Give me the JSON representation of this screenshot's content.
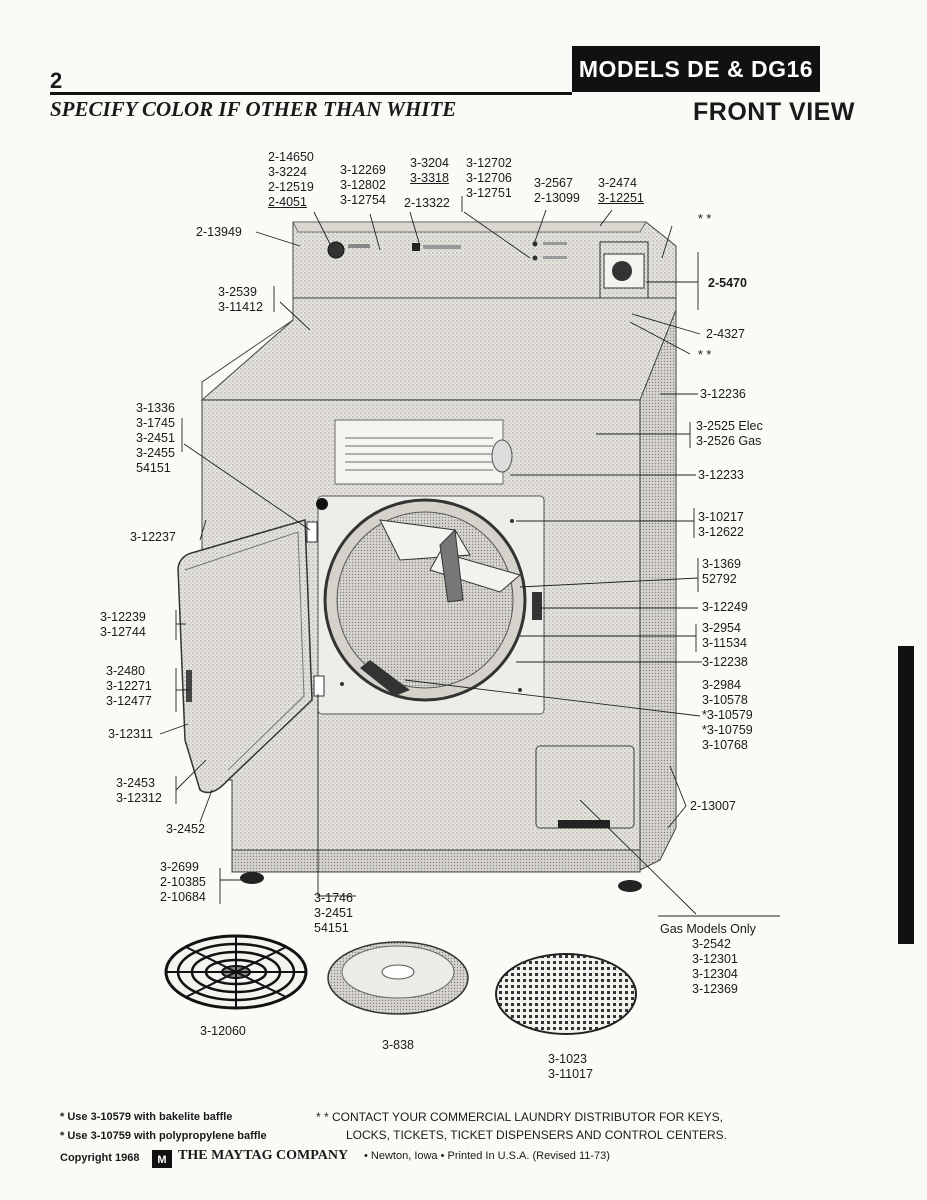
{
  "header": {
    "page_number": "2",
    "models_title": "MODELS DE & DG16",
    "specify_color": "SPECIFY COLOR IF OTHER THAN WHITE",
    "view_title": "FRONT VIEW"
  },
  "callouts": {
    "top1": [
      "2-14650",
      "3-3224",
      "2-12519",
      "2-4051"
    ],
    "top2": [
      "3-12269",
      "3-12802",
      "3-12754"
    ],
    "top3": [
      "3-3204",
      "3-3318",
      "2-13322"
    ],
    "top4": [
      "3-12702",
      "3-12706",
      "3-12751"
    ],
    "top5": [
      "3-2567",
      "2-13099"
    ],
    "top6": [
      "3-2474",
      "3-12251"
    ],
    "stars_top": "* *",
    "panel_left": "2-13949",
    "top_left": [
      "3-2539",
      "3-11412"
    ],
    "right_coinbox": "2-5470",
    "right_lock": "2-4327",
    "stars_mid": "* *",
    "right_top": "3-12236",
    "right_elec_gas": [
      "3-2525 Elec",
      "3-2526 Gas"
    ],
    "right_front": "3-12233",
    "right_grp1": [
      "3-10217",
      "3-12622"
    ],
    "right_grp2": [
      "3-1369",
      "52792"
    ],
    "right_lint": "3-12249",
    "right_grp3": [
      "3-2954",
      "3-11534"
    ],
    "right_drum": "3-12238",
    "right_grp4": [
      "3-2984",
      "3-10578",
      "*3-10579",
      "*3-10759",
      "3-10768"
    ],
    "right_panel": "2-13007",
    "left_hinge": [
      "3-1336",
      "3-1745",
      "3-2451",
      "3-2455",
      "54151"
    ],
    "left_door_top": "3-12237",
    "left_door": [
      "3-12239",
      "3-12744"
    ],
    "left_handle": [
      "3-2480",
      "3-12271",
      "3-12477"
    ],
    "left_handle2": "3-12311",
    "left_door_bottom": [
      "3-2453",
      "3-12312"
    ],
    "left_door_base": "3-2452",
    "left_feet": [
      "3-2699",
      "2-10385",
      "2-10684"
    ],
    "bottom_hinge": [
      "3-1746",
      "3-2451",
      "54151"
    ],
    "gas_models_title": "Gas Models Only",
    "gas_models": [
      "3-2542",
      "3-12301",
      "3-12304",
      "3-12369"
    ],
    "fan_guard": "3-12060",
    "baffle": "3-838",
    "screen": [
      "3-1023",
      "3-11017"
    ]
  },
  "footer": {
    "note1": "* Use 3-10579 with bakelite baffle",
    "note2": "* Use 3-10759 with polypropylene baffle",
    "contact1": "* * CONTACT YOUR COMMERCIAL LAUNDRY DISTRIBUTOR FOR KEYS,",
    "contact2": "LOCKS, TICKETS, TICKET DISPENSERS AND CONTROL CENTERS.",
    "copyright": "Copyright 1968",
    "company": "THE MAYTAG COMPANY",
    "location": "• Newton, Iowa • Printed In U.S.A. (Revised 11-73)"
  }
}
